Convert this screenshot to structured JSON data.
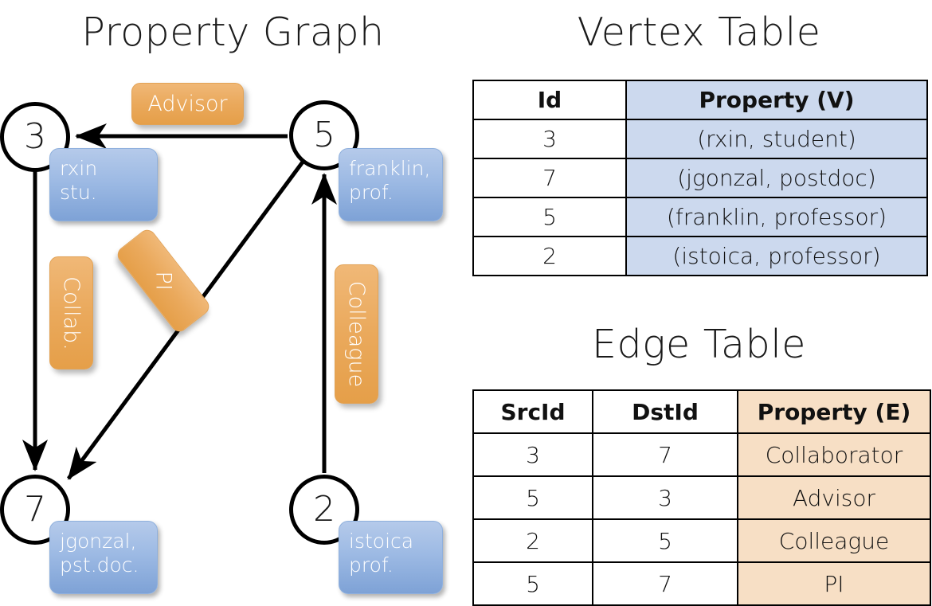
{
  "titles": {
    "property_graph": "Property Graph",
    "vertex_table": "Vertex Table",
    "edge_table": "Edge Table"
  },
  "colors": {
    "vertex_property_fill": "#ccd9ee",
    "edge_property_fill": "#f7dfc5",
    "edge_label_orange": "#eaa95c",
    "vertex_callout_blue": "#9dbae4",
    "stroke": "#000000"
  },
  "graph": {
    "nodes": [
      {
        "id": "3",
        "label": "3",
        "property_line1": "rxin",
        "property_line2": "stu."
      },
      {
        "id": "5",
        "label": "5",
        "property_line1": "franklin,",
        "property_line2": "prof."
      },
      {
        "id": "7",
        "label": "7",
        "property_line1": "jgonzal,",
        "property_line2": "pst.doc."
      },
      {
        "id": "2",
        "label": "2",
        "property_line1": "istoica",
        "property_line2": "prof."
      }
    ],
    "edges": [
      {
        "src": "5",
        "dst": "3",
        "label": "Advisor"
      },
      {
        "src": "3",
        "dst": "7",
        "label": "Collab."
      },
      {
        "src": "5",
        "dst": "7",
        "label": "PI"
      },
      {
        "src": "2",
        "dst": "5",
        "label": "Colleague"
      }
    ]
  },
  "vertex_table": {
    "headers": [
      "Id",
      "Property (V)"
    ],
    "rows": [
      [
        "3",
        "(rxin, student)"
      ],
      [
        "7",
        "(jgonzal, postdoc)"
      ],
      [
        "5",
        "(franklin, professor)"
      ],
      [
        "2",
        "(istoica, professor)"
      ]
    ]
  },
  "edge_table": {
    "headers": [
      "SrcId",
      "DstId",
      "Property (E)"
    ],
    "rows": [
      [
        "3",
        "7",
        "Collaborator"
      ],
      [
        "5",
        "3",
        "Advisor"
      ],
      [
        "2",
        "5",
        "Colleague"
      ],
      [
        "5",
        "7",
        "PI"
      ]
    ]
  },
  "chart_data": {
    "type": "diagram",
    "title": "Property Graph",
    "nodes": [
      "3",
      "7",
      "5",
      "2"
    ],
    "node_properties": {
      "3": "(rxin, student)",
      "7": "(jgonzal, postdoc)",
      "5": "(franklin, professor)",
      "2": "(istoica, professor)"
    },
    "edges": [
      {
        "src": "3",
        "dst": "7",
        "property": "Collaborator",
        "graph_label": "Collab."
      },
      {
        "src": "5",
        "dst": "3",
        "property": "Advisor",
        "graph_label": "Advisor"
      },
      {
        "src": "2",
        "dst": "5",
        "property": "Colleague",
        "graph_label": "Colleague"
      },
      {
        "src": "5",
        "dst": "7",
        "property": "PI",
        "graph_label": "PI"
      }
    ]
  }
}
